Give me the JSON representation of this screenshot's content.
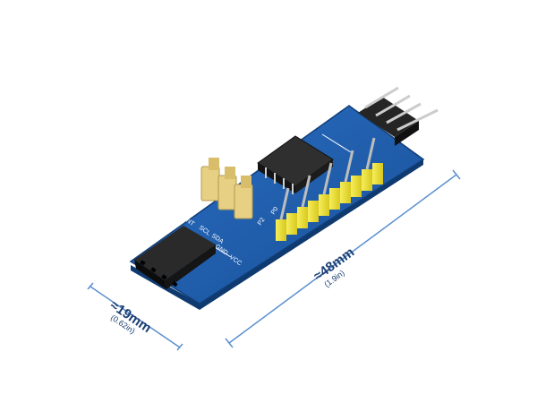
{
  "product": {
    "board_color": "#1f5fb0",
    "pin_color": "#f2e632",
    "header_color": "#1d1d1d",
    "jumper_color": "#e7cf84"
  },
  "dimensions": {
    "width_label": "≈19mm",
    "width_sub": "(0.62in)",
    "length_label": "≈48mm",
    "length_sub": "(1.9in)"
  },
  "silkscreen": {
    "int": "INT",
    "sda": "SDA",
    "scl": "SCL",
    "gnd": "GND",
    "vcc": "VCC",
    "p2": "P2",
    "p0": "P0"
  }
}
